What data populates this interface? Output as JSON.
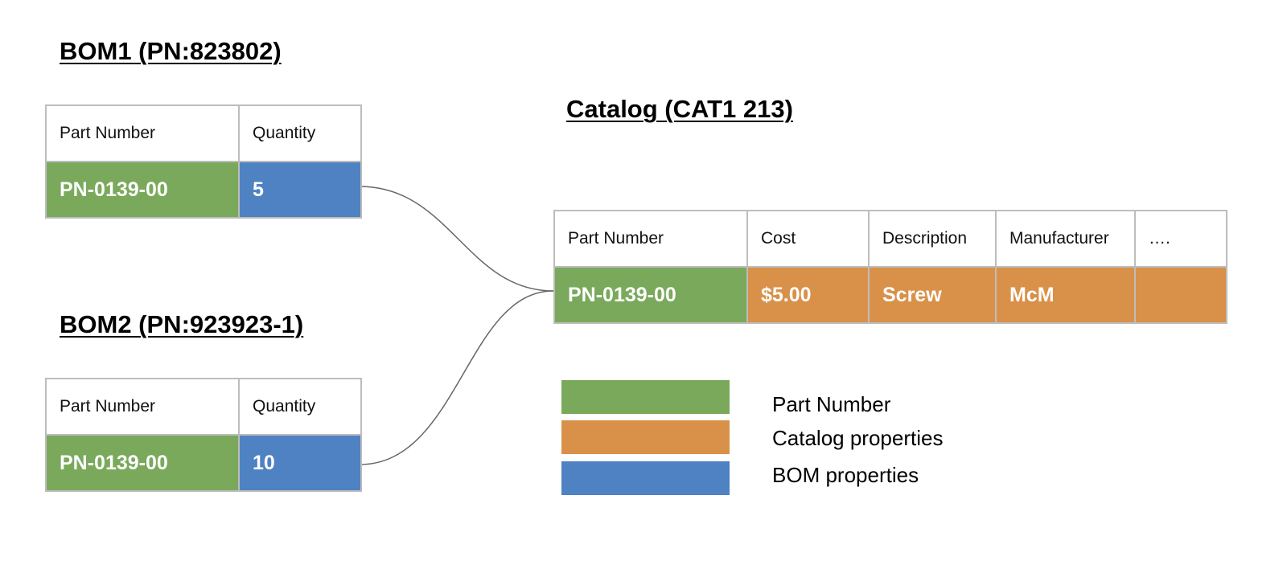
{
  "colors": {
    "part_number": "#7aa95c",
    "catalog_properties": "#d9914a",
    "bom_properties": "#4f82c2",
    "connector_line": "#666666",
    "cell_border": "#bdbdbd"
  },
  "bom1": {
    "title": "BOM1 (PN:823802)",
    "headers": [
      "Part Number",
      "Quantity"
    ],
    "row": {
      "part_number": "PN-0139-00",
      "quantity": "5"
    }
  },
  "bom2": {
    "title": "BOM2 (PN:923923-1)",
    "headers": [
      "Part Number",
      "Quantity"
    ],
    "row": {
      "part_number": "PN-0139-00",
      "quantity": "10"
    }
  },
  "catalog": {
    "title": "Catalog (CAT1 213)",
    "headers": [
      "Part Number",
      "Cost",
      "Description",
      "Manufacturer",
      "…."
    ],
    "row": {
      "part_number": "PN-0139-00",
      "cost": "$5.00",
      "description": "Screw",
      "manufacturer": "McM",
      "more": ""
    }
  },
  "legend": [
    {
      "label": "Part Number",
      "color": "#7aa95c"
    },
    {
      "label": "Catalog properties",
      "color": "#d9914a"
    },
    {
      "label": "BOM properties",
      "color": "#4f82c2"
    }
  ]
}
